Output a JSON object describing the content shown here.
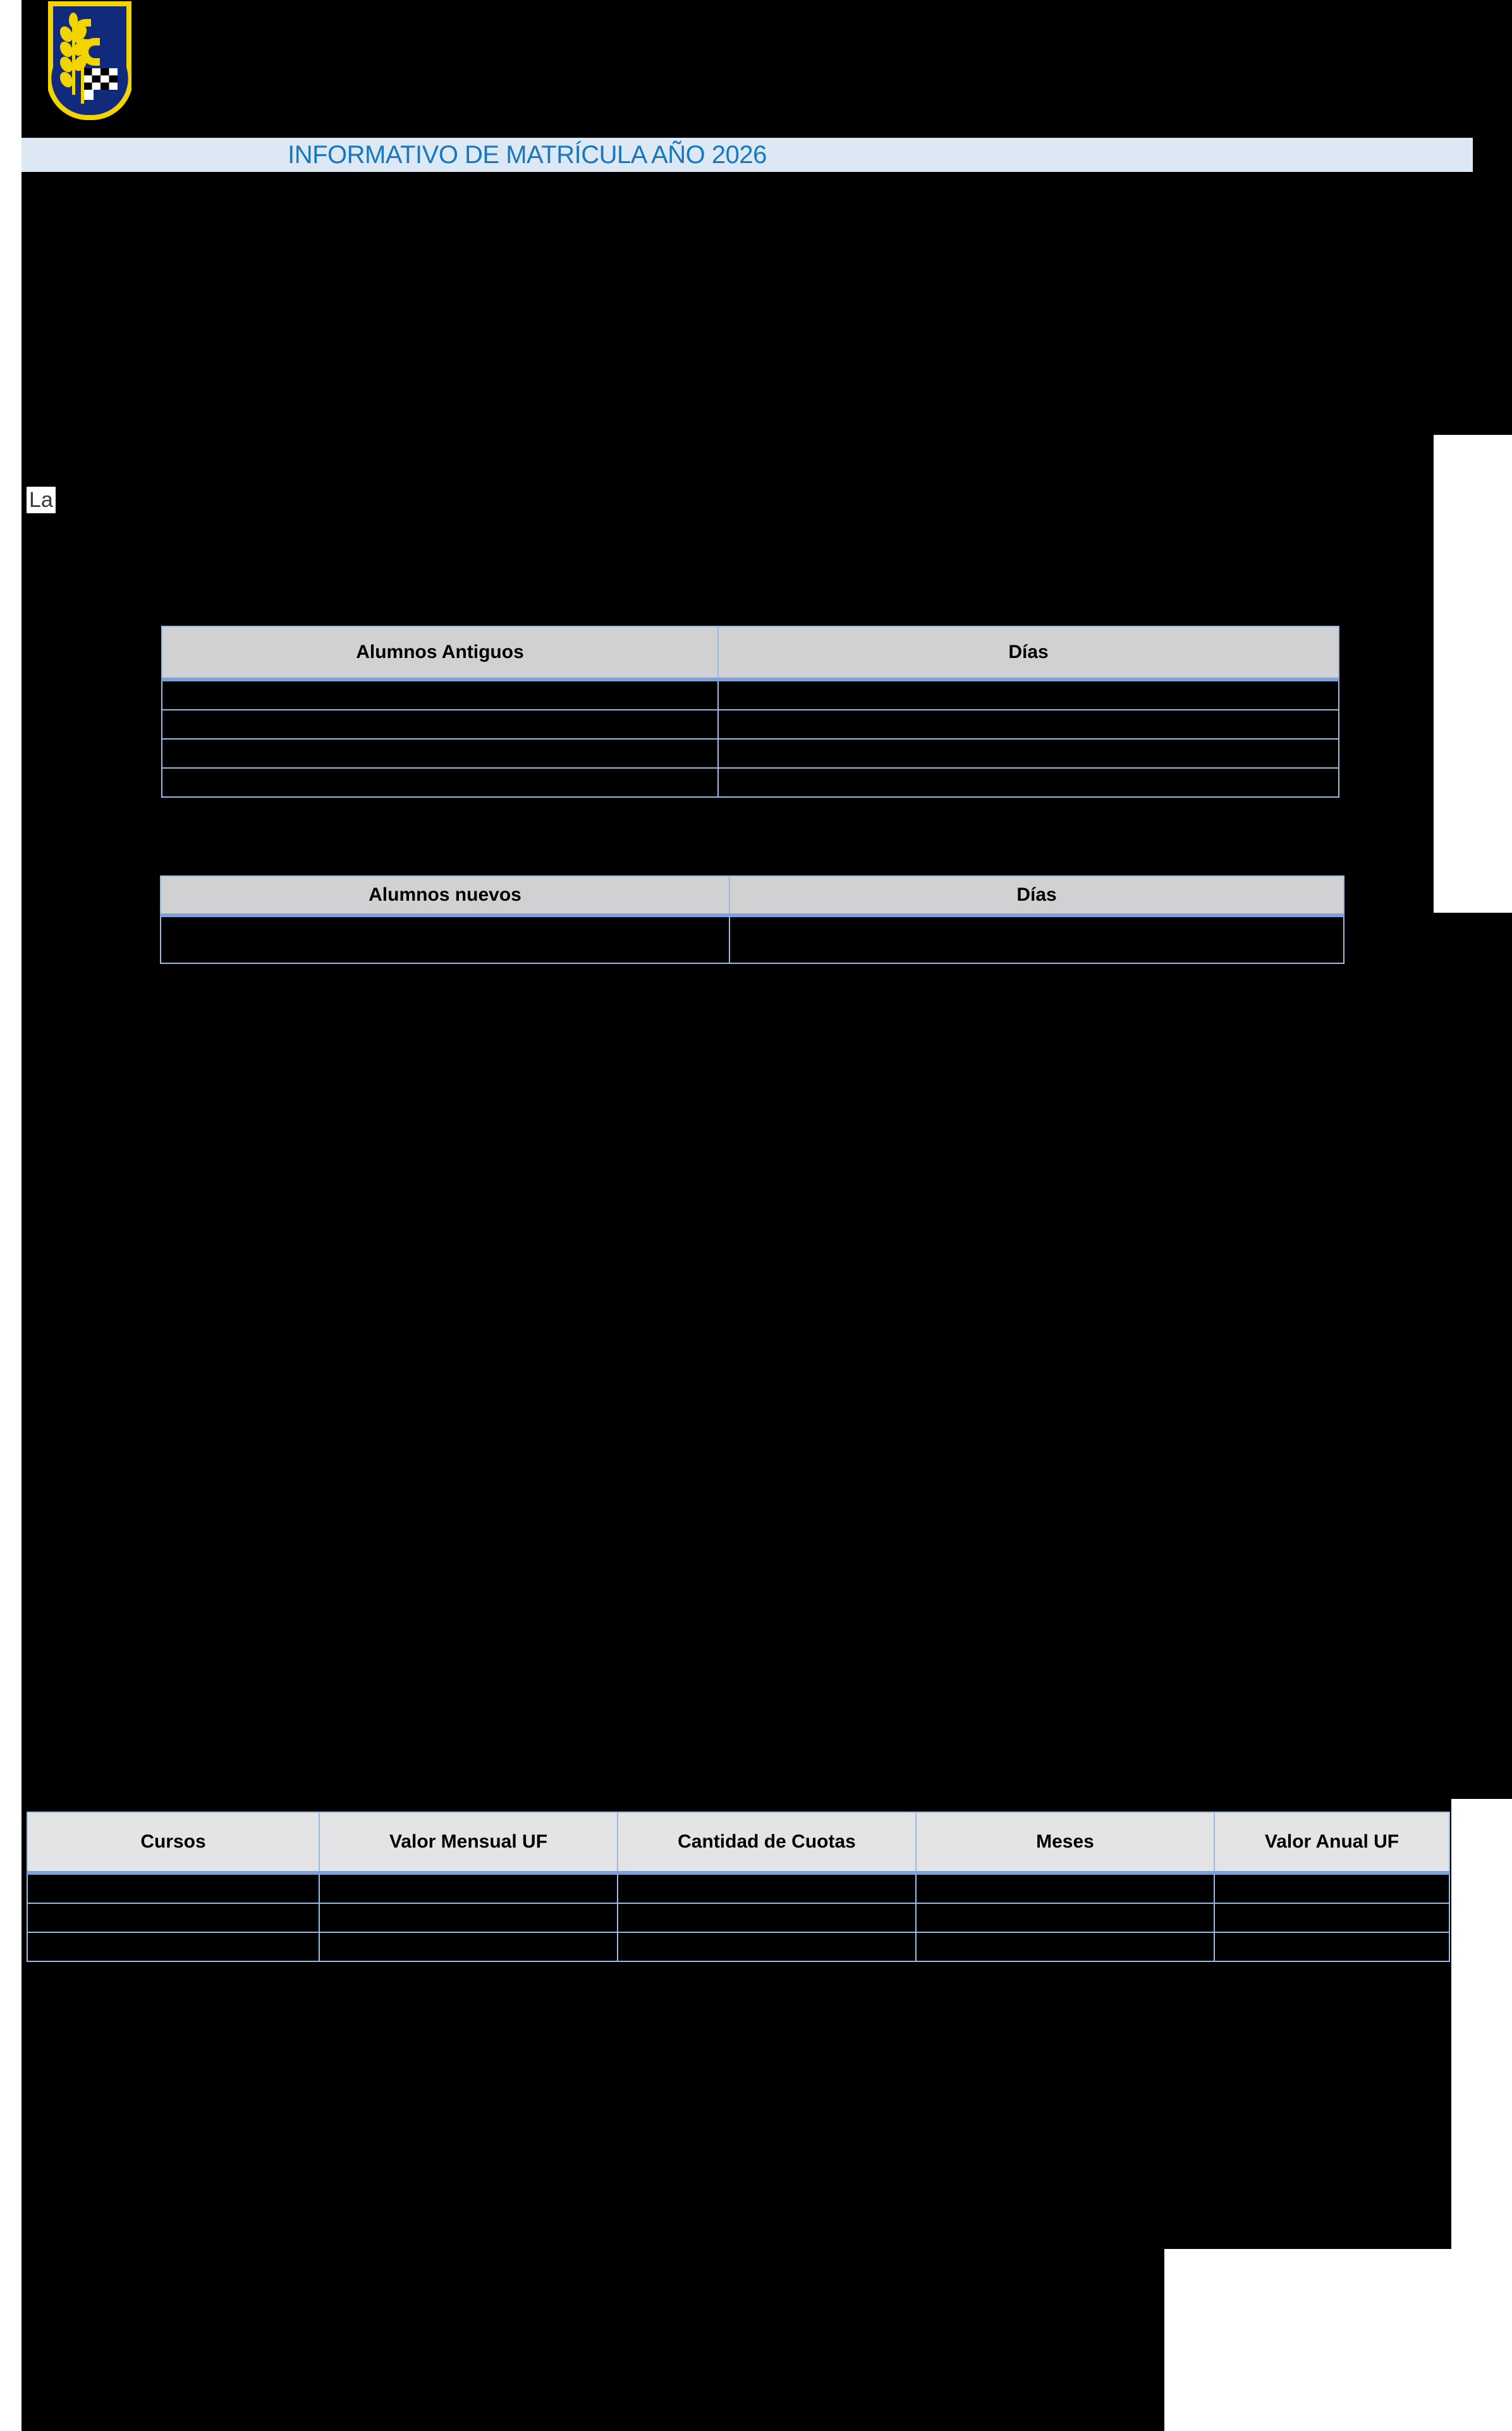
{
  "document": {
    "title": "INFORMATIVO DE MATRÍCULA AÑO 2026",
    "stray_text": "La"
  },
  "logo": {
    "name": "school-crest",
    "shield_color": "#122A7B",
    "border_color": "#F2D400",
    "monogram": "CC"
  },
  "colors": {
    "title_text": "#1878BE",
    "title_band": "#DCE9F5",
    "table_header_gray": "#D1D1D4",
    "table_header_gray_light": "#E4E4E6",
    "table_border_blue": "#9BB9E3",
    "table_header_rule": "#7CA1DB",
    "body_fill": "#000000"
  },
  "tables": {
    "alumnos_antiguos": {
      "headers": [
        "Alumnos Antiguos",
        "Días"
      ],
      "rows": [
        [
          "",
          ""
        ],
        [
          "",
          ""
        ],
        [
          "",
          ""
        ],
        [
          "",
          ""
        ]
      ]
    },
    "alumnos_nuevos": {
      "headers": [
        "Alumnos nuevos",
        "Días"
      ],
      "rows": [
        [
          "",
          ""
        ]
      ]
    },
    "cursos": {
      "headers": [
        "Cursos",
        "Valor Mensual UF",
        "Cantidad de Cuotas",
        "Meses",
        "Valor Anual UF"
      ],
      "rows": [
        [
          "",
          "",
          "",
          "",
          ""
        ],
        [
          "",
          "",
          "",
          "",
          ""
        ],
        [
          "",
          "",
          "",
          "",
          ""
        ]
      ]
    }
  }
}
